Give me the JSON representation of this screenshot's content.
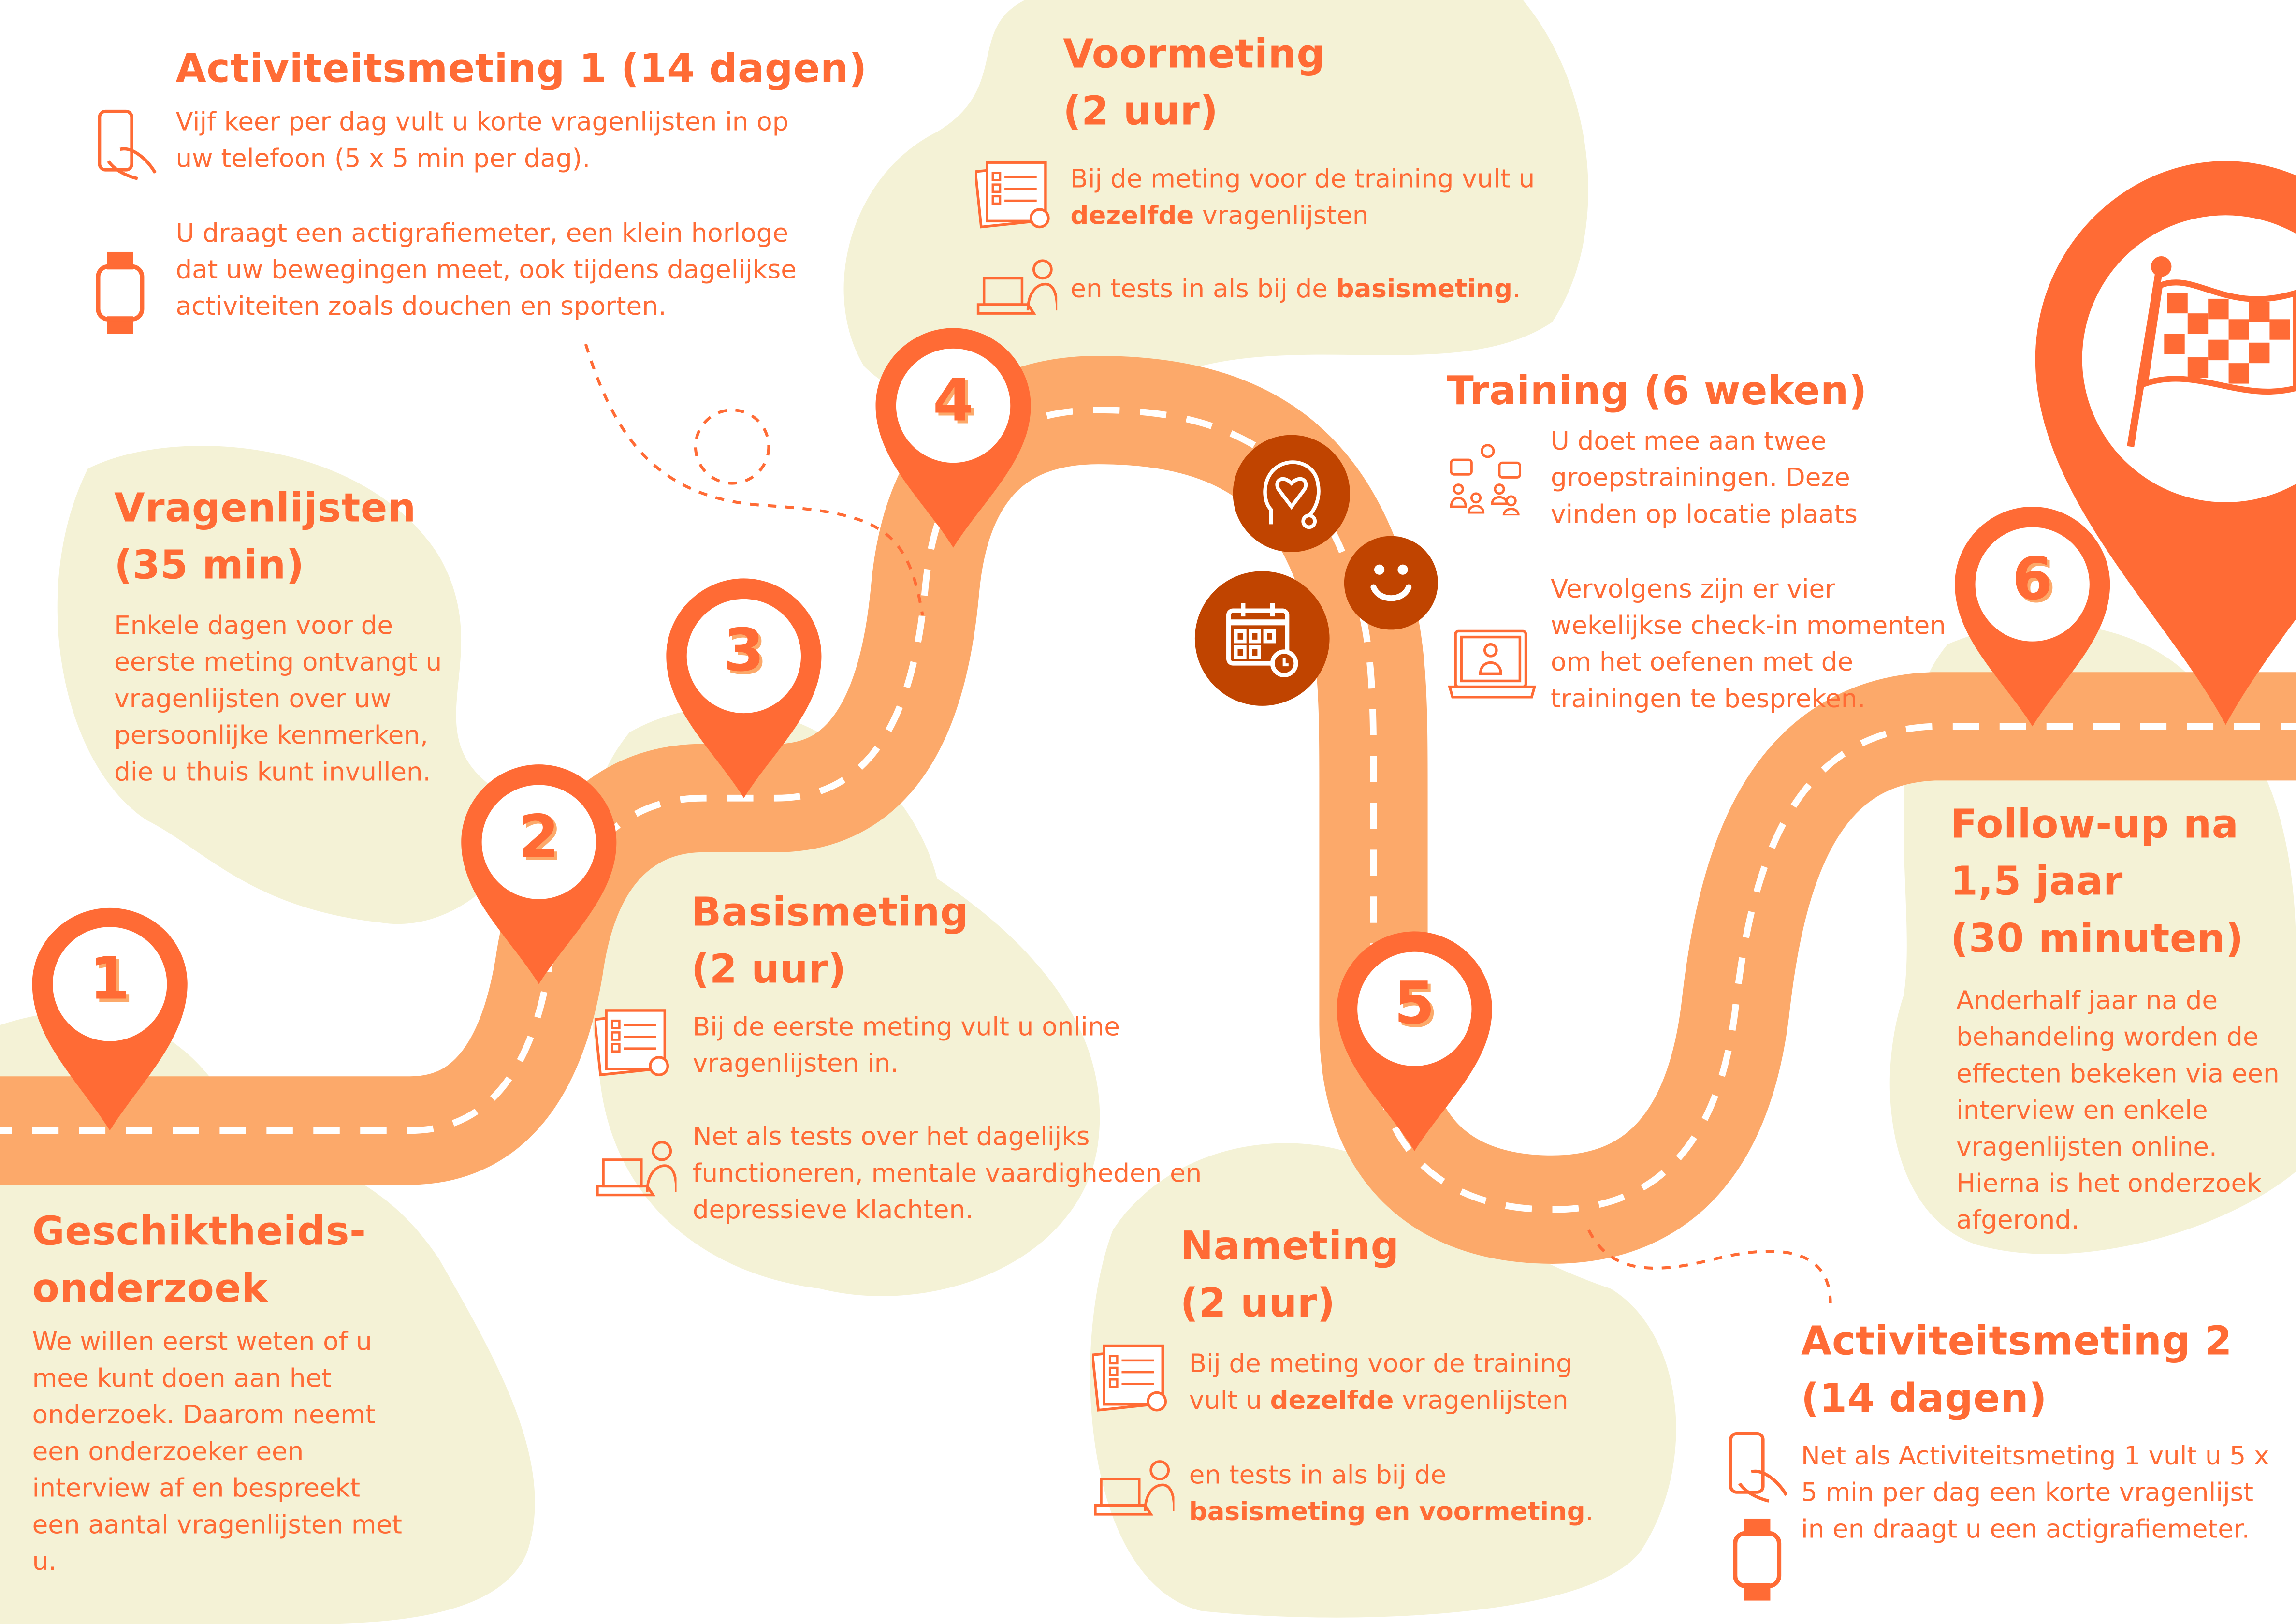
{
  "colors": {
    "accent": "#FF6B35",
    "road": "#FCA96A",
    "dark": "#C04400",
    "blob": "#F4F2D6"
  },
  "steps": [
    {
      "number": "1",
      "title": "Geschiktheids-\nonderzoek",
      "text": "We willen eerst weten of u mee kunt doen aan het onderzoek. Daarom neemt een onderzoeker een interview af en bespreekt een aantal vragenlijsten met u."
    },
    {
      "number": "2",
      "title": "Vragenlijsten\n(35 min)",
      "text": "Enkele dagen voor de eerste meting ontvangt u vragenlijsten over uw persoonlijke kenmerken, die u thuis kunt invullen."
    },
    {
      "number": "3",
      "title": "Basismeting\n(2 uur)",
      "text1": "Bij de eerste meting vult u online vragenlijsten in.",
      "text2": "Net als tests over het dagelijks functioneren, mentale vaardigheden en depressieve klachten."
    },
    {
      "number": "4",
      "title": "Voormeting\n(2 uur)",
      "text1_a": "Bij de meting voor de training vult u ",
      "text1_b": "dezelfde",
      "text1_c": " vragenlijsten",
      "text2_a": "en tests in als bij de ",
      "text2_b": "basismeting",
      "text2_c": "."
    },
    {
      "number": "5",
      "title": "Nameting\n(2 uur)",
      "text1_a": "Bij de meting voor de training vult u ",
      "text1_b": "dezelfde",
      "text1_c": " vragenlijsten",
      "text2_a": "en tests in als bij de ",
      "text2_b": "basismeting en voormeting",
      "text2_c": "."
    },
    {
      "number": "6",
      "title": "Follow-up na\n1,5 jaar\n(30 minuten)",
      "text": "Anderhalf jaar na de behandeling worden de effecten bekeken via een interview en enkele vragenlijsten online. Hierna is het onderzoek afgerond."
    }
  ],
  "activity1": {
    "title": "Activiteitsmeting 1 (14 dagen)",
    "text1": "Vijf keer per dag vult u korte vragenlijsten in op uw telefoon (5 x 5 min per dag).",
    "text2": "U draagt een actigrafiemeter, een klein horloge dat uw bewegingen meet, ook tijdens dagelijkse activiteiten zoals douchen en sporten."
  },
  "training": {
    "title": "Training (6 weken)",
    "text1": "U doet mee aan twee groepstrainingen. Deze vinden op locatie plaats",
    "text2": "Vervolgens zijn er vier wekelijkse check-in momenten om het oefenen met de trainingen te bespreken."
  },
  "activity2": {
    "title": "Activiteitsmeting 2\n(14 dagen)",
    "text": "Net als Activiteitsmeting 1 vult u 5 x 5 min per dag een korte vragenlijst in en draagt u een actigrafiemeter."
  }
}
